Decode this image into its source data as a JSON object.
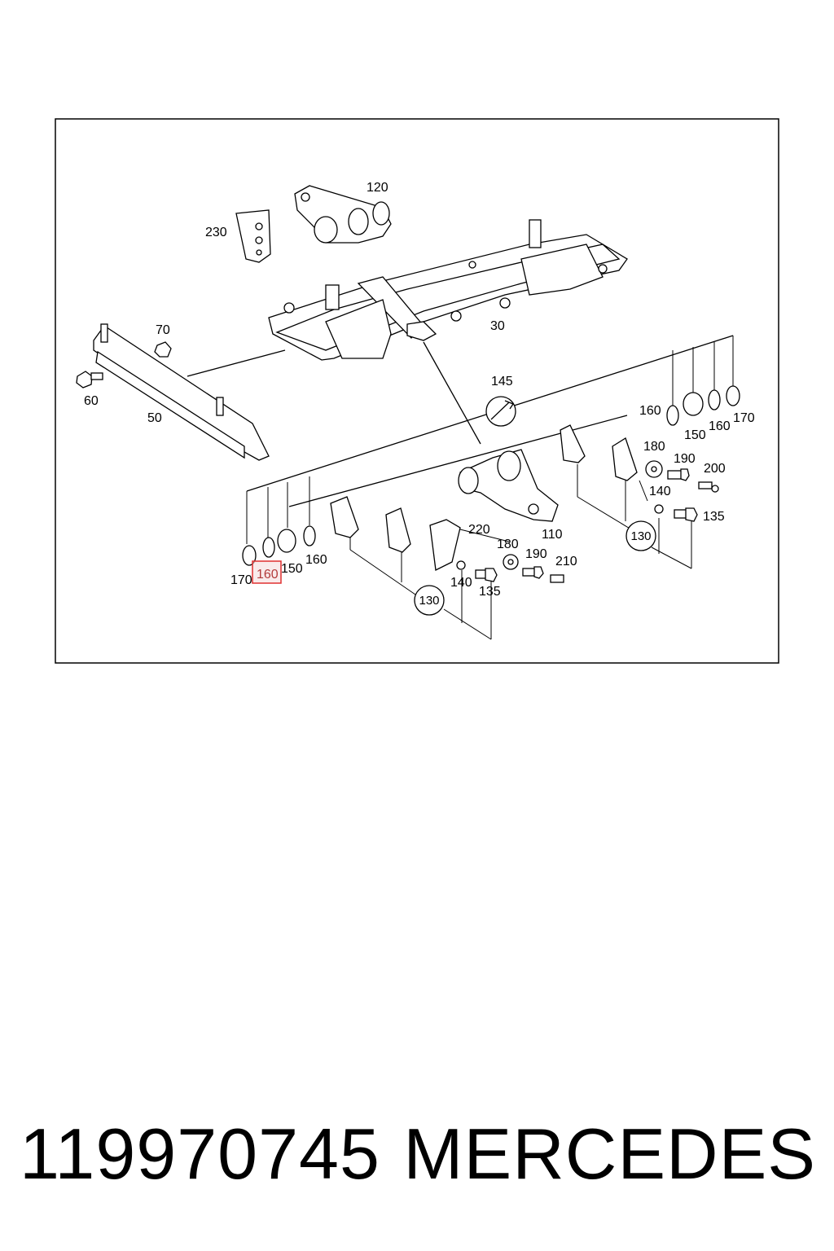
{
  "diagram": {
    "callouts": {
      "c120": "120",
      "c230": "230",
      "c70": "70",
      "c60": "60",
      "c50": "50",
      "c30": "30",
      "c145": "145",
      "c160_r1": "160",
      "c150_r": "150",
      "c160_r2": "160",
      "c170_r": "170",
      "c180_r": "180",
      "c190_r": "190",
      "c200": "200",
      "c140_r": "140",
      "c135_r": "135",
      "c130_r": "130",
      "c110": "110",
      "c220": "220",
      "c180_l": "180",
      "c190_l": "190",
      "c210": "210",
      "c140_l": "140",
      "c135_l": "135",
      "c130_l": "130",
      "c170_l": "170",
      "c160_l1": "160",
      "c150_l": "150",
      "c160_l2": "160"
    },
    "highlighted_callout": "c160_l1",
    "highlight_color": "#e03030"
  },
  "footer": {
    "part_number": "119970745",
    "brand": "MERCEDES"
  }
}
